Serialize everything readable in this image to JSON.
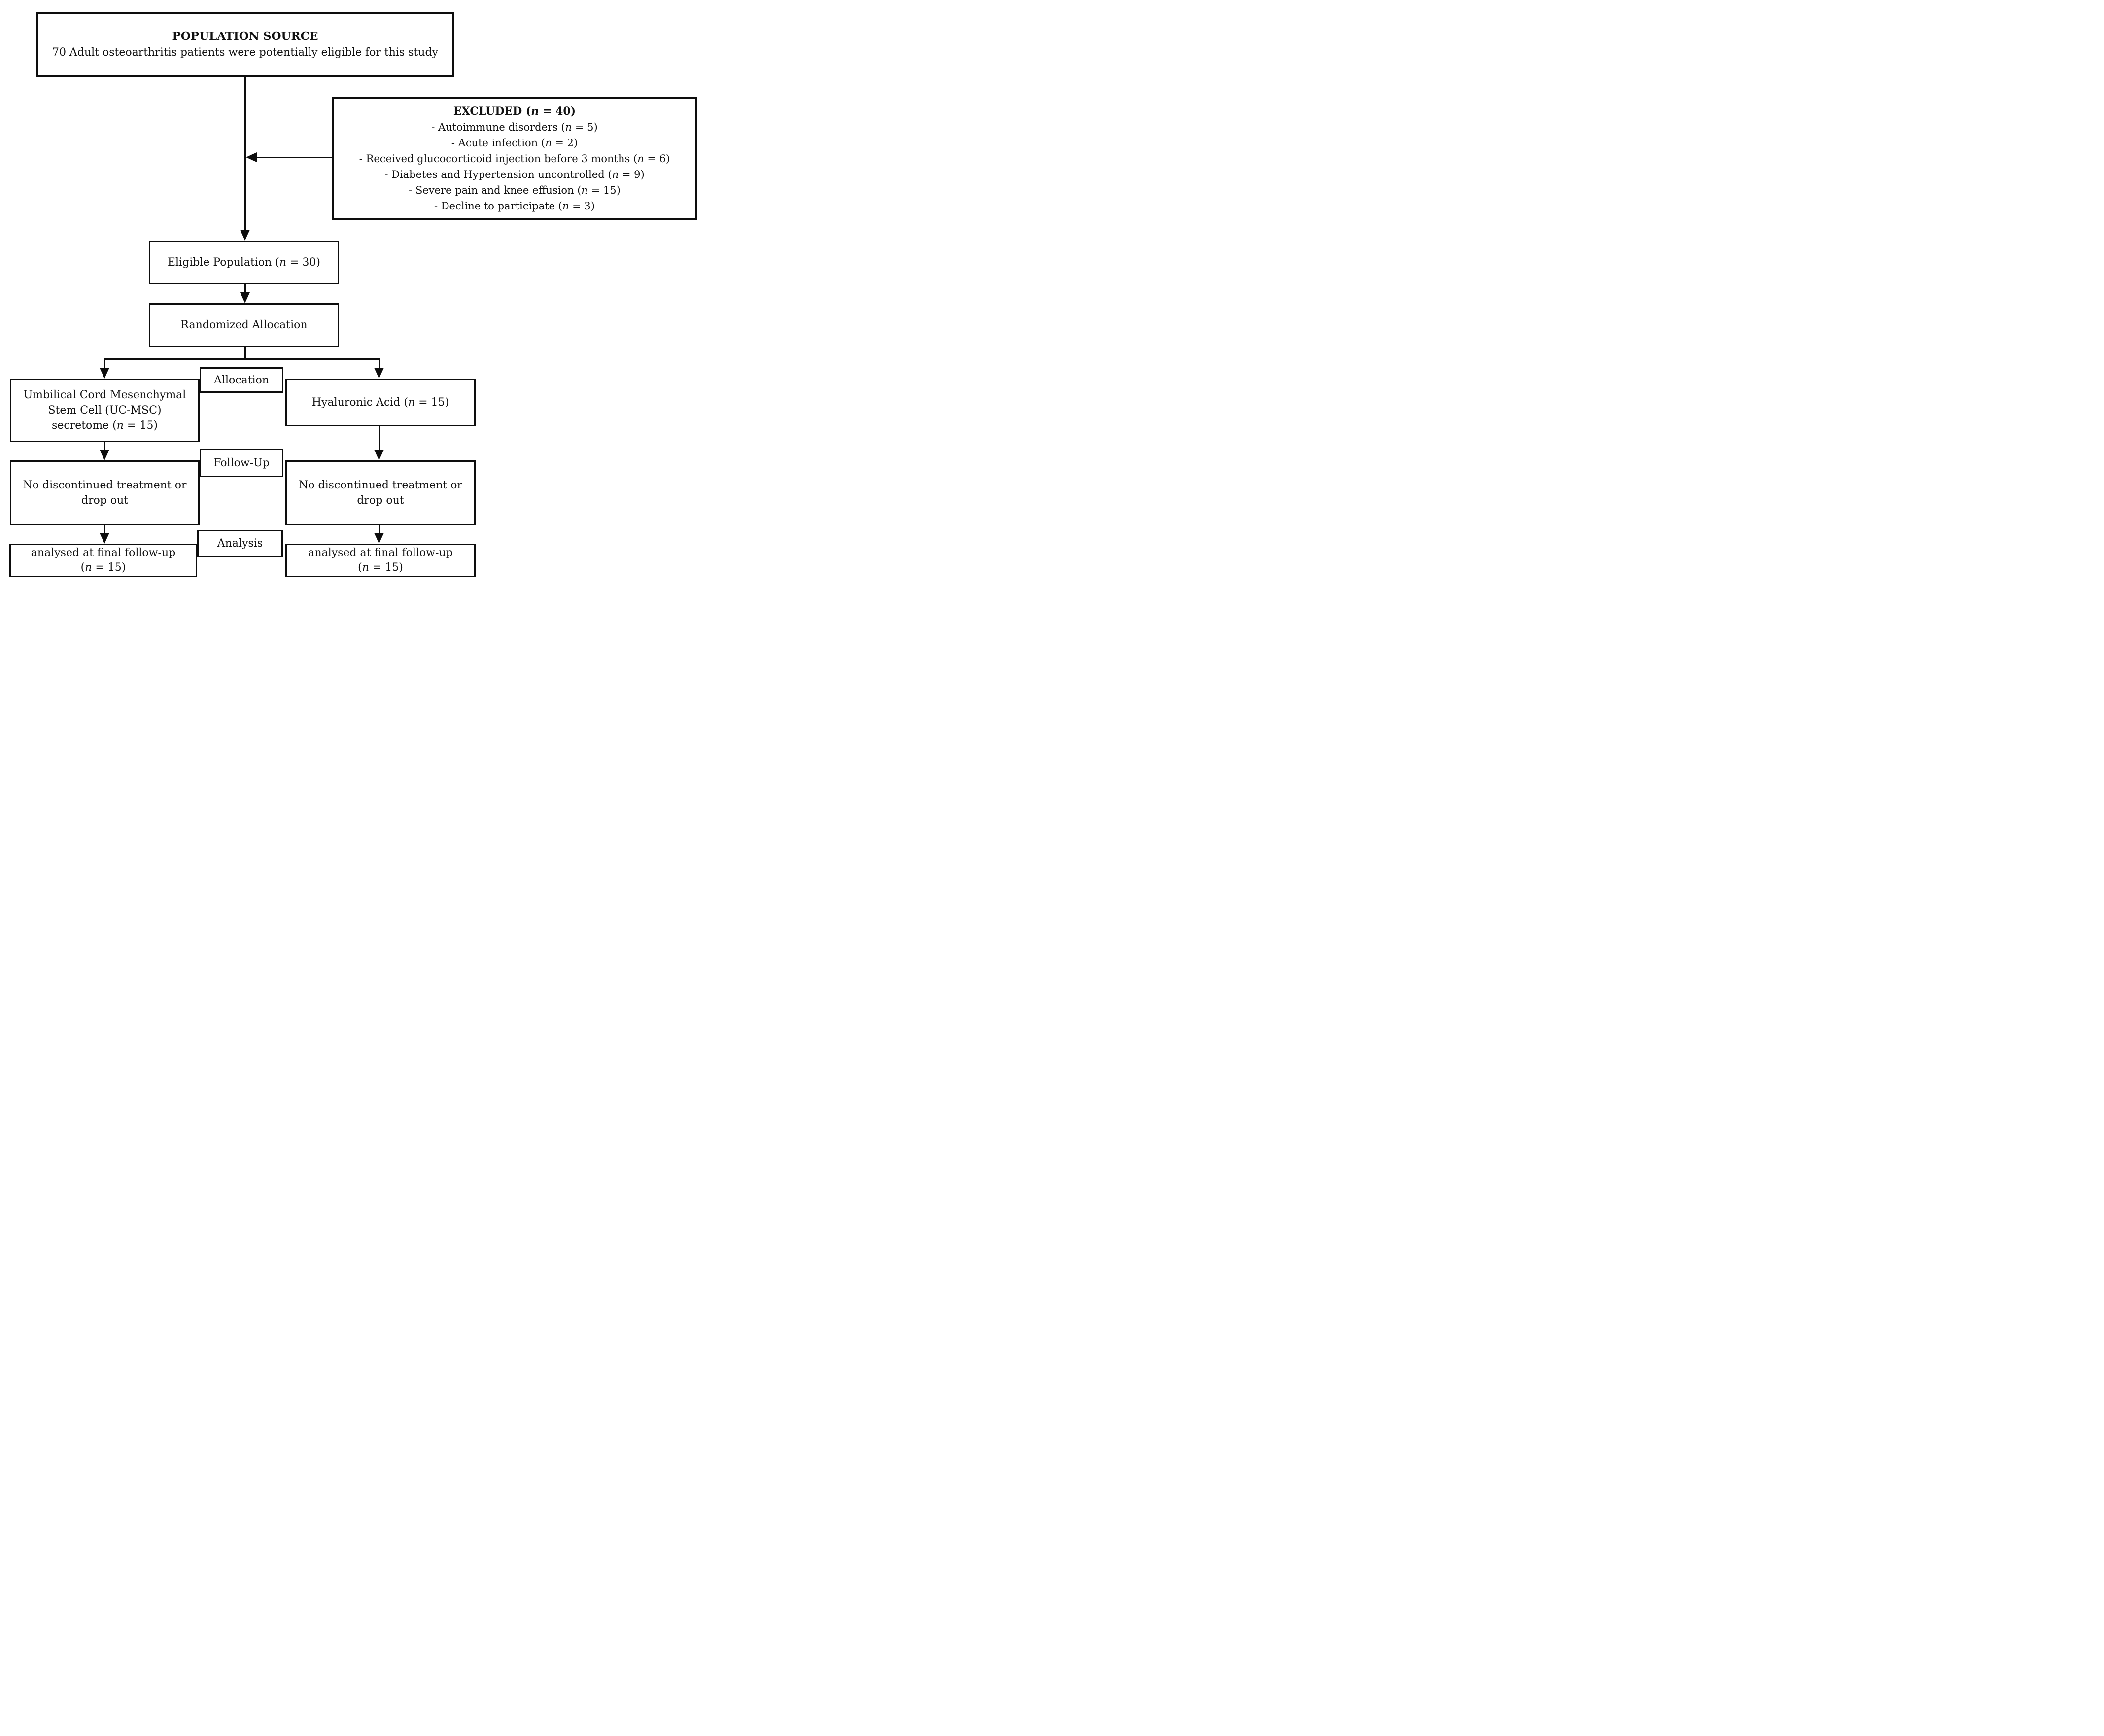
{
  "colors": {
    "line": "#0d0d0d",
    "background": "#ffffff",
    "text": "#111111"
  },
  "nodes": {
    "population_source": {
      "title": "POPULATION SOURCE",
      "subtitle": "70 Adult osteoarthritis patients were potentially eligible for this study"
    },
    "excluded": {
      "title": "EXCLUDED (n = 40)",
      "items": [
        "- Autoimmune disorders (n = 5)",
        "- Acute infection (n = 2)",
        "- Received glucocorticoid injection before 3 months (n = 6)",
        "- Diabetes and Hypertension uncontrolled (n = 9)",
        "- Severe pain and knee effusion (n = 15)",
        "- Decline to participate (n = 3)"
      ]
    },
    "eligible_population": {
      "label": "Eligible Population (n = 30)"
    },
    "randomized_allocation": {
      "label": "Randomized Allocation"
    },
    "uc_msc_arm": {
      "allocation": "Umbilical Cord Mesenchymal\nStem Cell (UC-MSC)\nsecretome (n = 15)",
      "follow_up": "No discontinued treatment or\ndrop out",
      "analysis": "analysed at final follow-up\n(n = 15)"
    },
    "hyaluronic_acid_arm": {
      "allocation": "Hyaluronic Acid (n = 15)",
      "follow_up": "No discontinued treatment or\ndrop out",
      "analysis": "analysed at final follow-up\n(n = 15)"
    }
  },
  "stage_labels": {
    "allocation": "Allocation",
    "follow_up": "Follow-Up",
    "analysis": "Analysis"
  }
}
